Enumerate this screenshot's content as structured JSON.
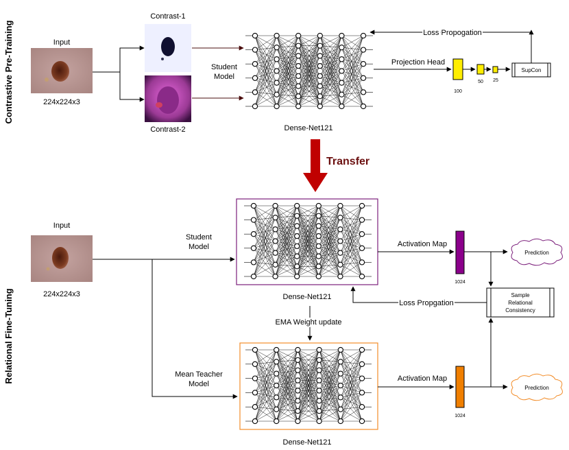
{
  "stage_pretrain": "Contrastive Pre-Training",
  "stage_finetune": "Relational Fine-Tuning",
  "pretrain": {
    "input_label": "Input",
    "input_size": "224x224x3",
    "contrast1": "Contrast-1",
    "contrast2": "Contrast-2",
    "model_line1": "Student",
    "model_line2": "Model",
    "network": "Dense-Net121",
    "loss_propagation": "Loss Propogation",
    "projection_head": "Projection Head",
    "dims": [
      "100",
      "50",
      "25"
    ],
    "supcon": "SupCon"
  },
  "transfer": "Transfer",
  "finetune": {
    "input_label": "Input",
    "input_size": "224x224x3",
    "student_line1": "Student",
    "student_line2": "Model",
    "student_network": "Dense-Net121",
    "ema": "EMA Weight update",
    "teacher_line1": "Mean Teacher",
    "teacher_line2": "Model",
    "teacher_network": "Dense-Net121",
    "activation_map_student": "Activation Map",
    "activation_map_teacher": "Activation Map",
    "dim_student": "1024",
    "dim_teacher": "1024",
    "prediction_student": "Prediction",
    "prediction_teacher": "Prediction",
    "loss_propagation": "Loss Propgation",
    "consistency": [
      "Sample",
      "Relational",
      "Consistency"
    ]
  },
  "colors": {
    "student_box": "#7b1f7b",
    "teacher_box": "#f28c28",
    "proj_head": "#ffee00",
    "activation_student": "#8b008b",
    "activation_teacher": "#f07f00",
    "transfer_arrow": "#c00000",
    "cloud_student": "#7b1f7b",
    "cloud_teacher": "#f28c28"
  }
}
